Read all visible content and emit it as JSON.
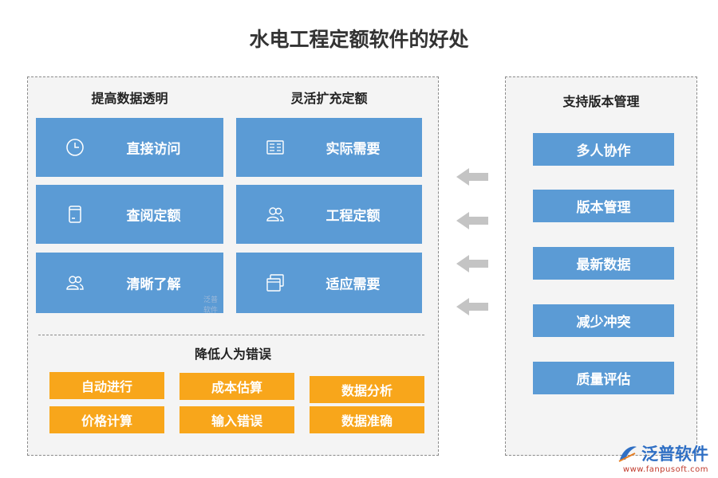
{
  "title": "水电工程定额软件的好处",
  "left_panel": {
    "col1_heading": "提高数据透明",
    "col2_heading": "灵活扩充定额",
    "col1_cards": [
      {
        "label": "直接访问",
        "icon": "clock-icon"
      },
      {
        "label": "查阅定额",
        "icon": "document-icon"
      },
      {
        "label": "清晰了解",
        "icon": "users-icon"
      }
    ],
    "col2_cards": [
      {
        "label": "实际需要",
        "icon": "form-icon"
      },
      {
        "label": "工程定额",
        "icon": "users-icon"
      },
      {
        "label": "适应需要",
        "icon": "windows-icon"
      }
    ],
    "bottom_heading": "降低人为错误",
    "tags": [
      "自动进行",
      "成本估算",
      "数据分析",
      "价格计算",
      "输入错误",
      "数据准确"
    ]
  },
  "right_panel": {
    "heading": "支持版本管理",
    "items": [
      "多人协作",
      "版本管理",
      "最新数据",
      "减少冲突",
      "质量评估"
    ]
  },
  "watermark": "泛普软件",
  "logo": {
    "name": "泛普软件",
    "url": "www.fanpusoft.com"
  },
  "colors": {
    "blue": "#5b9bd5",
    "orange": "#f8a61b",
    "panel_bg": "#f4f4f4",
    "arrow": "#c4c4c4"
  }
}
